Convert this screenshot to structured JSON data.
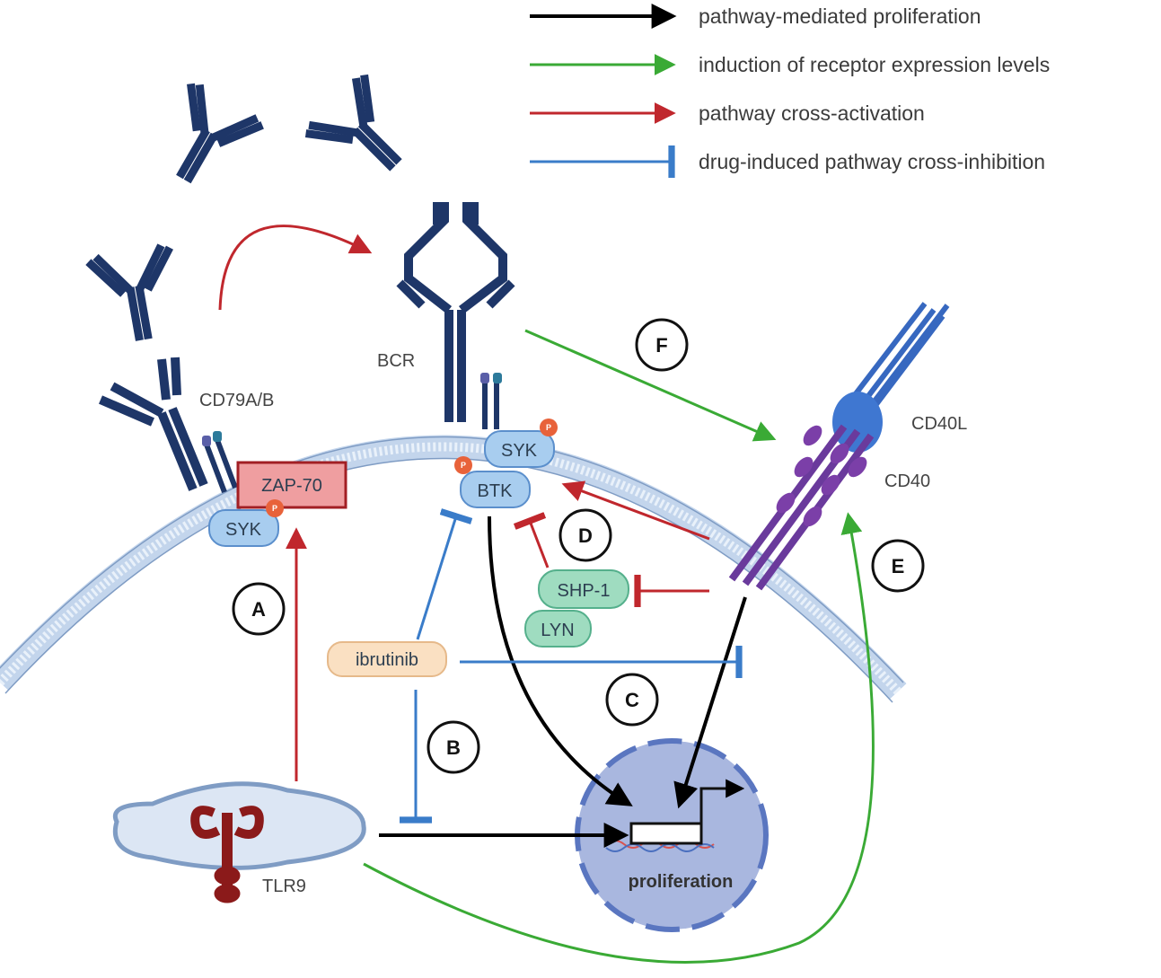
{
  "legend": [
    {
      "label": "pathway-mediated proliferation",
      "color": "#000000",
      "marker": "arrow"
    },
    {
      "label": "induction of receptor expression levels",
      "color": "#3aaa35",
      "marker": "arrow"
    },
    {
      "label": "pathway cross-activation",
      "color": "#c0272d",
      "marker": "arrow"
    },
    {
      "label": "drug-induced pathway cross-inhibition",
      "color": "#3a7cc9",
      "marker": "tbar"
    }
  ],
  "labels": {
    "bcr": "BCR",
    "cd79": "CD79A/B",
    "cd40l": "CD40L",
    "cd40": "CD40",
    "tlr9": "TLR9",
    "proliferation": "proliferation"
  },
  "molecules": {
    "zap70": "ZAP-70",
    "syk_left": "SYK",
    "syk": "SYK",
    "btk": "BTK",
    "shp1": "SHP-1",
    "lyn": "LYN",
    "ibrutinib": "ibrutinib",
    "phospho": "P"
  },
  "markers": [
    "A",
    "B",
    "C",
    "D",
    "E",
    "F"
  ],
  "colors": {
    "antibody": "#1e3668",
    "membrane": "#c9dcf0",
    "black": "#000000",
    "green": "#3aaa35",
    "red": "#c0272d",
    "blue": "#3a7cc9",
    "syk_fill": "#a8cdef",
    "green_pill": "#9fdcc0",
    "pill_beige": "#fae0c2",
    "zap_fill": "#ef9ea0",
    "nucleus": "#a9b7df",
    "cd40": "#6a3a9c",
    "cd40l": "#3768c0",
    "tlr9": "#8b1a1a",
    "phospho": "#e8623a"
  }
}
